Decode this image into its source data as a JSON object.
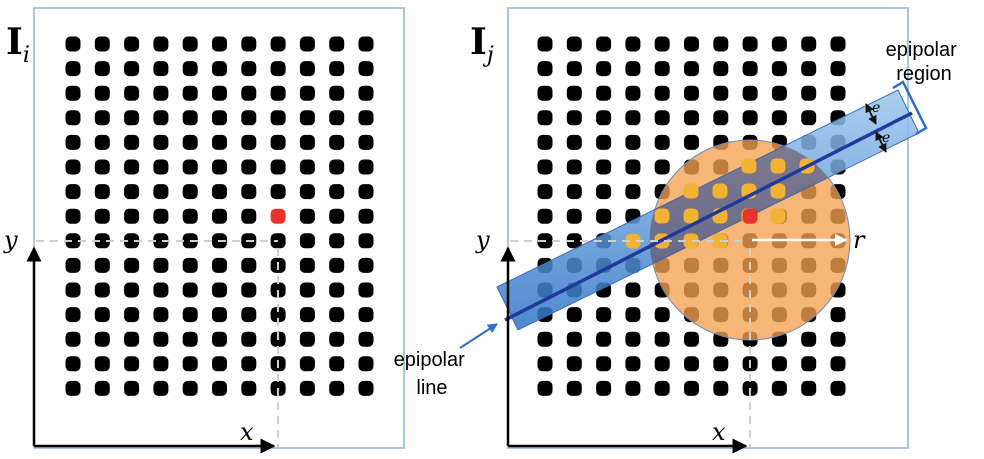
{
  "panels": [
    {
      "id": "i",
      "label_main": "I",
      "label_sub": "i",
      "y_label": "y",
      "x_label": "x",
      "grid_rows": 15,
      "grid_cols": 11,
      "marked_row": 7,
      "marked_col": 7
    },
    {
      "id": "j",
      "label_main": "I",
      "label_sub": "j",
      "y_label": "y",
      "x_label": "x",
      "r_label": "r",
      "grid_rows": 15,
      "grid_cols": 11,
      "marked_row": 7,
      "marked_col": 7
    }
  ],
  "annotations": {
    "epipolar_region": [
      "epipolar",
      "region"
    ],
    "epipolar_line": [
      "epipolar",
      "line"
    ],
    "e_label": "e"
  },
  "colors": {
    "frame": "#8fb3d9",
    "dot": "#000000",
    "marked_dot": "#e8332a",
    "guide": "#cfcfcf",
    "region_fill": "#f5a050",
    "band_fill": "#5b9bd5",
    "epipolar_line": "#1f3a9a",
    "highlight_dot": "#f2b233",
    "label_arrow": "#2f6fc8"
  }
}
